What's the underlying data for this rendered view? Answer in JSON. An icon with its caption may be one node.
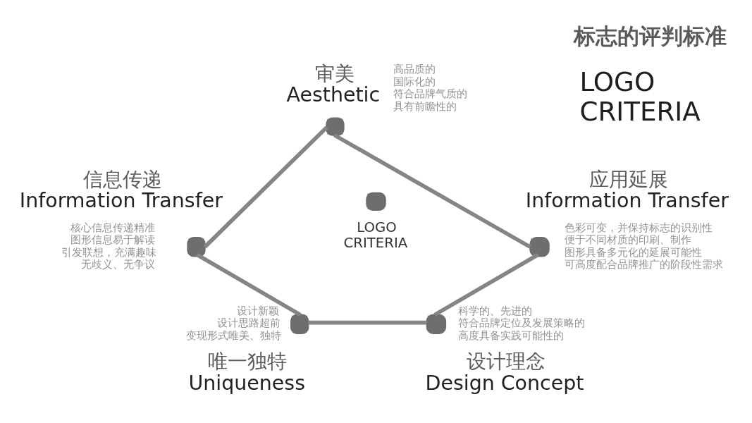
{
  "diagram": {
    "title": "标志的评判标准",
    "nodes": [
      {
        "text": [
          "审美",
          "Aesthetic"
        ],
        "beside": [
          "高品质的",
          "国际化的",
          "符合品牌气质的",
          "具有前瞻性的"
        ]
      },
      {
        "text": [
          "信息传递",
          "Information Transfer"
        ],
        "beside": [
          "核心信息传递精准",
          "图形信息易于解读",
          "引发联想，充满趣味",
          "无歧义、无争议"
        ]
      },
      {
        "text": [
          "应用延展",
          "Information Transfer"
        ],
        "beside": [
          "色彩可变，并保持标志的识别性",
          "便于不同材质的印刷、制作",
          "图形具备多元化的延展可能性",
          "可高度配合品牌推广的阶段性需求"
        ]
      },
      {
        "text": [
          "LOGO CRITERIA"
        ]
      },
      {
        "text": [
          "唯一独特",
          "Uniqueness"
        ],
        "beside": [
          "设计新颖",
          "设计思路超前",
          "变现形式唯美、独特"
        ]
      },
      {
        "text": [
          "设计理念",
          "Design Concept"
        ],
        "beside": [
          "科学的、先进的",
          "符合品牌定位及发展策略的",
          "高度具备实践可能性的"
        ]
      }
    ],
    "edges": [
      {
        "from": 0,
        "to": 1,
        "arrow": "none"
      },
      {
        "from": 0,
        "to": 2,
        "arrow": "none"
      },
      {
        "from": 1,
        "to": 4,
        "arrow": "none"
      },
      {
        "from": 2,
        "to": 5,
        "arrow": "none"
      },
      {
        "from": 4,
        "to": 5,
        "arrow": "none"
      }
    ],
    "labels": [
      "LOGO CRITERIA"
    ]
  }
}
